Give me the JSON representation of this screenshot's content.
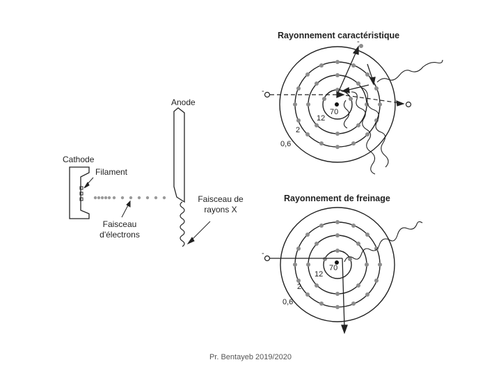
{
  "tube": {
    "anode_label": "Anode",
    "cathode_label": "Cathode",
    "filament_label": "Filament",
    "xray_beam_label_line1": "Faisceau de",
    "xray_beam_label_line2": "rayons X",
    "electron_beam_label_line1": "Faisceau",
    "electron_beam_label_line2": "d'électrons"
  },
  "characteristic": {
    "title": "Rayonnement caractéristique",
    "shell_energies": [
      "70",
      "12",
      "2",
      "0,6"
    ],
    "minus_top": "-",
    "minus_left": "-"
  },
  "bremsstrahlung": {
    "title": "Rayonnement de freinage",
    "shell_energies": [
      "70",
      "12",
      "2",
      "0,6"
    ],
    "minus_left": "-"
  },
  "colors": {
    "line": "#222222",
    "electron": "#8c8c8c",
    "nucleus": "#111111"
  },
  "footer": "Pr. Bentayeb  2019/2020"
}
